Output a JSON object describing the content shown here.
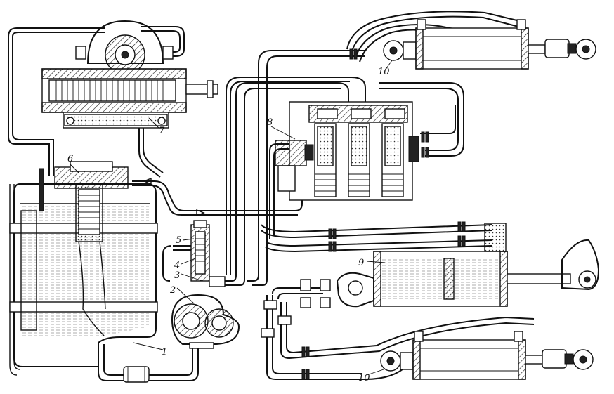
{
  "diagram": {
    "labels": [
      {
        "id": "1",
        "text": "1"
      },
      {
        "id": "2",
        "text": "2"
      },
      {
        "id": "3",
        "text": "3"
      },
      {
        "id": "4",
        "text": "4"
      },
      {
        "id": "5",
        "text": "5"
      },
      {
        "id": "6",
        "text": "6"
      },
      {
        "id": "7",
        "text": "7"
      },
      {
        "id": "8",
        "text": "8"
      },
      {
        "id": "9",
        "text": "9"
      },
      {
        "id": "10a",
        "text": "10"
      },
      {
        "id": "10b",
        "text": "10"
      }
    ]
  }
}
